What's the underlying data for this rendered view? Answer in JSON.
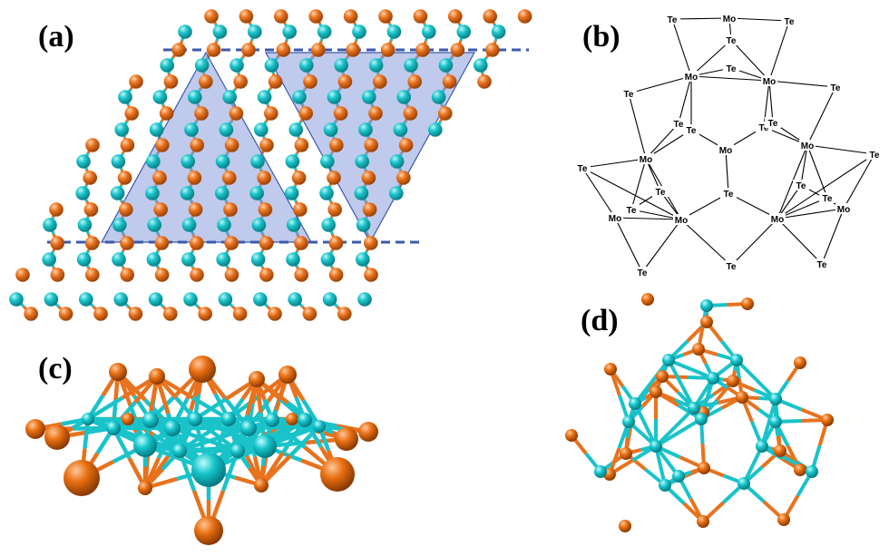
{
  "labels": {
    "a": "(a)",
    "b": "(b)",
    "c": "(c)",
    "d": "(d)"
  },
  "colors": {
    "mo": "#19c3c9",
    "te": "#e8721e",
    "triangle": "#7f96d9",
    "dash": "#3b5aad",
    "bond": "#000000"
  },
  "panel_b": {
    "atoms": [
      {
        "id": "te1",
        "el": "Te"
      },
      {
        "id": "mo1",
        "el": "Mo"
      },
      {
        "id": "te2",
        "el": "Te"
      },
      {
        "id": "te3",
        "el": "Te"
      },
      {
        "id": "mo2",
        "el": "Mo"
      },
      {
        "id": "te4",
        "el": "Te"
      },
      {
        "id": "mo3",
        "el": "Mo"
      },
      {
        "id": "te5",
        "el": "Te"
      },
      {
        "id": "te6",
        "el": "Te"
      },
      {
        "id": "te7",
        "el": "Te"
      },
      {
        "id": "te8",
        "el": "Te"
      },
      {
        "id": "te9",
        "el": "Te"
      },
      {
        "id": "te10",
        "el": "Te"
      },
      {
        "id": "mo4",
        "el": "Mo"
      },
      {
        "id": "mo5",
        "el": "Mo"
      },
      {
        "id": "mo6",
        "el": "Mo"
      },
      {
        "id": "te11",
        "el": "Te"
      },
      {
        "id": "te12",
        "el": "Te"
      },
      {
        "id": "te13",
        "el": "Te"
      },
      {
        "id": "te14",
        "el": "Te"
      },
      {
        "id": "te15",
        "el": "Te"
      },
      {
        "id": "te16",
        "el": "Te"
      },
      {
        "id": "te17",
        "el": "Te"
      },
      {
        "id": "mo7",
        "el": "Mo"
      },
      {
        "id": "mo8",
        "el": "Mo"
      },
      {
        "id": "mo9",
        "el": "Mo"
      },
      {
        "id": "mo10",
        "el": "Mo"
      },
      {
        "id": "te18",
        "el": "Te"
      },
      {
        "id": "te19",
        "el": "Te"
      },
      {
        "id": "te20",
        "el": "Te"
      }
    ]
  }
}
